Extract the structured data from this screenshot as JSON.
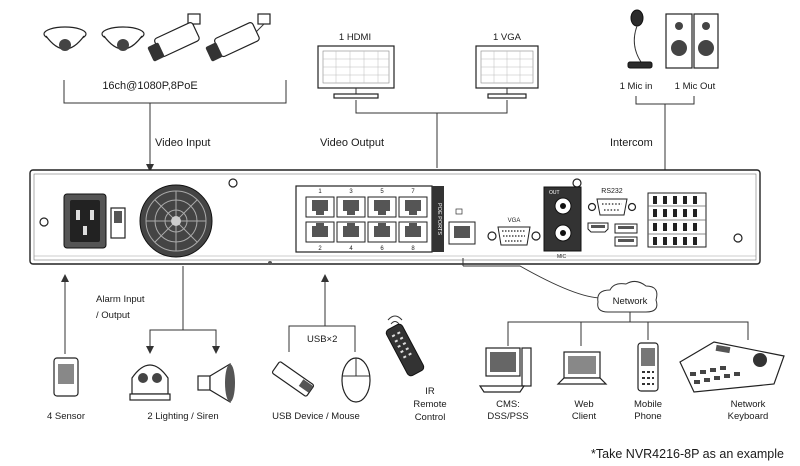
{
  "cameras_label": "16ch@1080P,8PoE",
  "video_input_label": "Video Input",
  "video_output_label": "Video Output",
  "hdmi_label": "1 HDMI",
  "vga_out_label": "1 VGA",
  "mic_in_label": "1 Mic in",
  "mic_out_label": "1 Mic Out",
  "intercom_label": "Intercom",
  "panel": {
    "rs232": "RS232",
    "vga": "VGA",
    "out": "OUT",
    "mic": "MIC",
    "poe_ports": "POE PORTS",
    "port_top": [
      "1",
      "3",
      "5",
      "7"
    ],
    "port_bottom": [
      "2",
      "4",
      "6",
      "8"
    ]
  },
  "alarm_label_1": "Alarm Input",
  "alarm_label_2": "/ Output",
  "usb_label": "USB×2",
  "sensor_label": "4 Sensor",
  "lighting_label": "2 Lighting / Siren",
  "usb_device_label": "USB Device / Mouse",
  "ir_label": [
    "IR",
    "Remote",
    "Control"
  ],
  "network_label": "Network",
  "cms_label": [
    "CMS:",
    "DSS/PSS"
  ],
  "web_label": [
    "Web",
    "Client"
  ],
  "phone_label": [
    "Mobile",
    "Phone"
  ],
  "keyboard_label": [
    "Network",
    "Keyboard"
  ],
  "footnote": "*Take NVR4216-8P as an example"
}
